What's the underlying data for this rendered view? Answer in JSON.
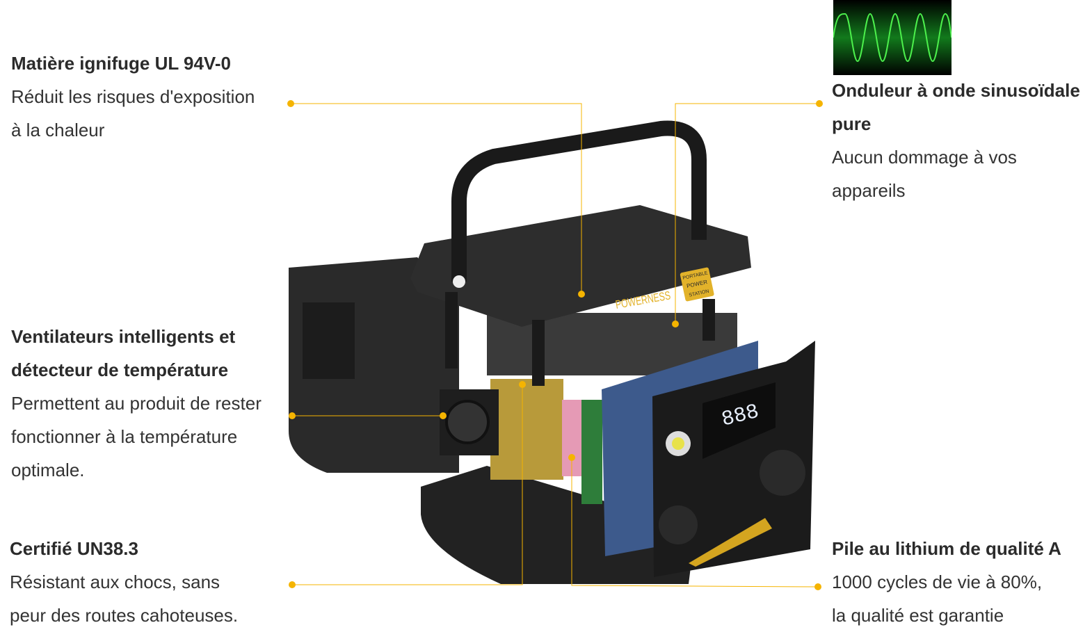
{
  "features": {
    "flame": {
      "title": "Matière ignifuge UL 94V-0",
      "line1": "Réduit les risques d'exposition",
      "line2": "à la chaleur"
    },
    "fans": {
      "title1": "Ventilateurs intelligents et",
      "title2": "détecteur de température",
      "line1": "Permettent au produit de rester",
      "line2": "fonctionner à la température",
      "line3": "optimale."
    },
    "cert": {
      "title": "Certifié UN38.3",
      "line1": "Résistant aux chocs, sans",
      "line2": "peur des routes cahoteuses."
    },
    "inverter": {
      "title1": "Onduleur à onde sinusoïdale",
      "title2": "pure",
      "line1": "Aucun dommage à vos",
      "line2": "appareils"
    },
    "battery": {
      "title": "Pile au lithium de qualité A",
      "line1": "1000 cycles de vie à 80%,",
      "line2": "la qualité est garantie"
    }
  },
  "product": {
    "brand": "POWERNESS",
    "badge1": "PORTABLE",
    "badge2": "POWER",
    "badge3": "STATION",
    "display": "888"
  },
  "colors": {
    "accent": "#f5b400",
    "text": "#333333",
    "wave": "#39e639"
  }
}
